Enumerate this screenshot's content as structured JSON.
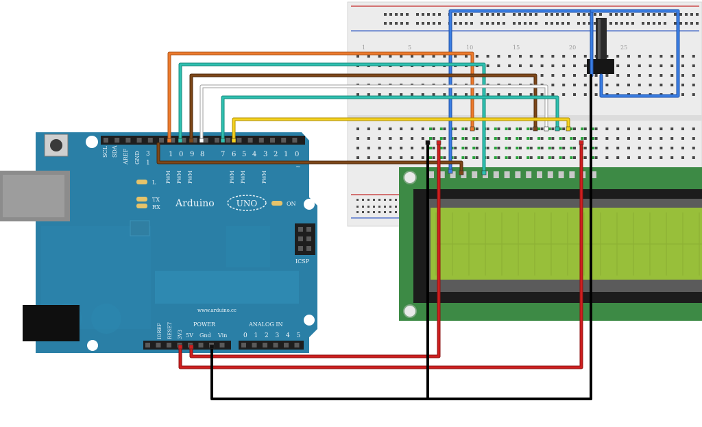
{
  "arduino": {
    "brand": "Arduino",
    "model": "UNO",
    "website": "www.arduino.cc",
    "digital_header_top": "3",
    "digital_header_bottom": "1",
    "digital_pins": [
      "1",
      "0",
      "9",
      "8",
      "7",
      "6",
      "5",
      "4",
      "3",
      "2",
      "1",
      "0"
    ],
    "left_header_labels": [
      "SCL",
      "SDA",
      "AREF",
      "GND"
    ],
    "pwm_label": "PWM",
    "led_l": "L",
    "led_tx": "TX",
    "led_rx": "RX",
    "led_on": "ON",
    "icsp": "ICSP",
    "power_title": "POWER",
    "power_pins": [
      "IOREF",
      "RESET",
      "3V3",
      "5V",
      "Gnd",
      "Vin"
    ],
    "analog_title": "ANALOG IN",
    "analog_pins": [
      "0",
      "1",
      "2",
      "3",
      "4",
      "5"
    ],
    "tilde": "~"
  },
  "breadboard": {
    "row_numbers": [
      "1",
      "5",
      "10",
      "15",
      "20",
      "25"
    ]
  },
  "colors": {
    "board": "#2a7fa6",
    "breadboard": "#ececec",
    "lcd_pcb": "#3d8a45",
    "lcd_screen": "#98bf3a",
    "wire_orange": "#e8762c",
    "wire_teal": "#2ab3a4",
    "wire_brown": "#7a4519",
    "wire_white": "#f4f4f4",
    "wire_yellow": "#f2cc16",
    "wire_blue": "#2f6fd1",
    "wire_red": "#c41a1a",
    "wire_black": "#111111"
  }
}
